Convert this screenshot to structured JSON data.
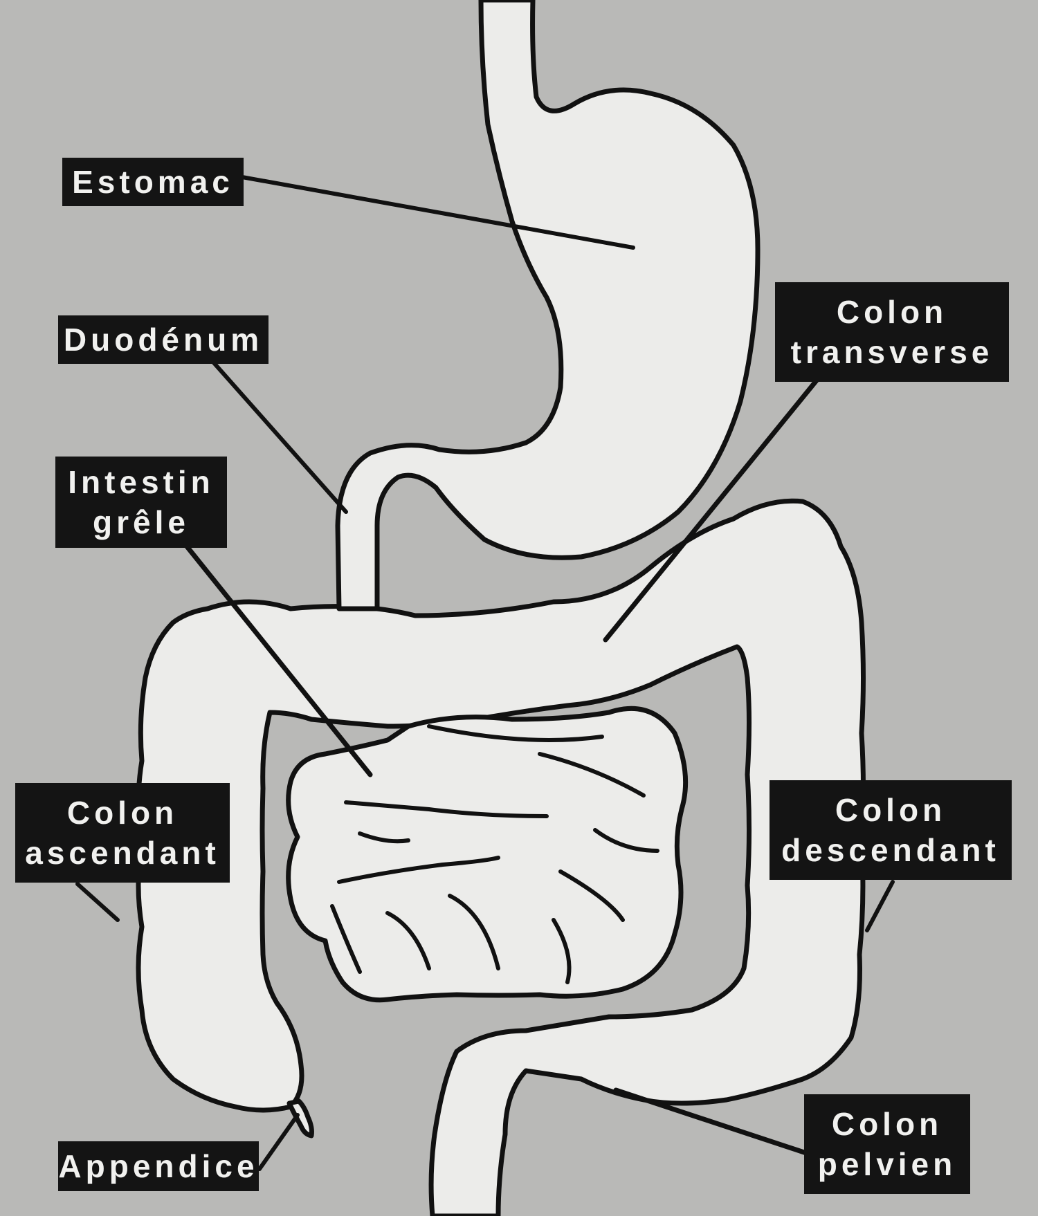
{
  "diagram": {
    "labels": {
      "estomac": {
        "lines": [
          "Estomac"
        ]
      },
      "duodenum": {
        "lines": [
          "Duodénum"
        ]
      },
      "intestin_grele": {
        "lines": [
          "Intestin",
          "grêle"
        ]
      },
      "colon_transverse": {
        "lines": [
          "Colon",
          "transverse"
        ]
      },
      "colon_ascendant": {
        "lines": [
          "Colon",
          "ascendant"
        ]
      },
      "colon_descendant": {
        "lines": [
          "Colon",
          "descendant"
        ]
      },
      "appendice": {
        "lines": [
          "Appendice"
        ]
      },
      "colon_pelvien": {
        "lines": [
          "Colon",
          "pelvien"
        ]
      }
    },
    "colors": {
      "background": "#b9b9b7",
      "organ_fill": "#ececea",
      "outline": "#111111",
      "label_bg": "#141414",
      "label_text": "#f1f1ef"
    }
  }
}
